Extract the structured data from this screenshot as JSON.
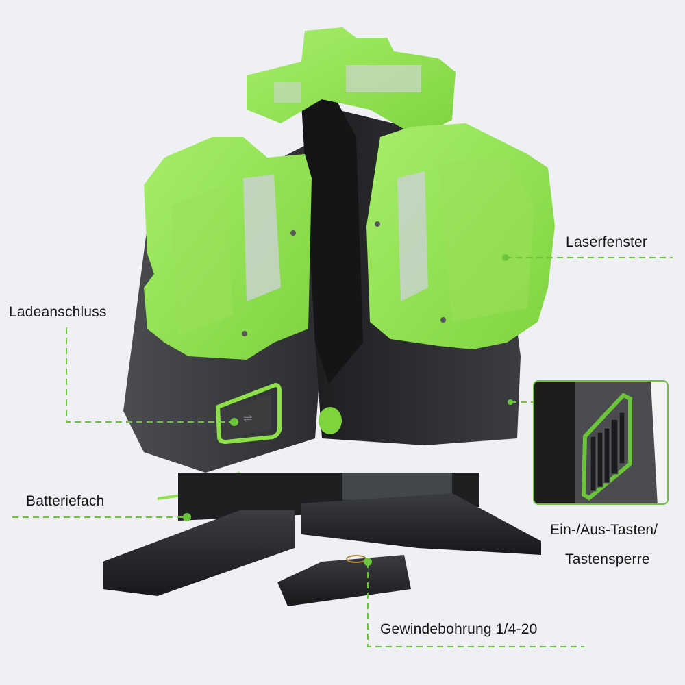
{
  "image": {
    "subject": "green-beam cross line laser level product diagram",
    "background_color": "#eef0f3",
    "accent_color": "#8de04a",
    "leader_line_color": "#6cc43a",
    "body_color": "#2a2c2e"
  },
  "callouts": {
    "laser_window": {
      "label": "Laserfenster"
    },
    "charging_port": {
      "label": "Ladeanschluss"
    },
    "battery_compartment": {
      "label": "Batteriefach"
    },
    "power_button": {
      "label_line1": "Ein-/Aus-Tasten/",
      "label_line2": "Tastensperre"
    },
    "thread_mount": {
      "label": "Gewindebohrung 1/4-20"
    }
  },
  "icons": {
    "usb": "usb-icon"
  }
}
